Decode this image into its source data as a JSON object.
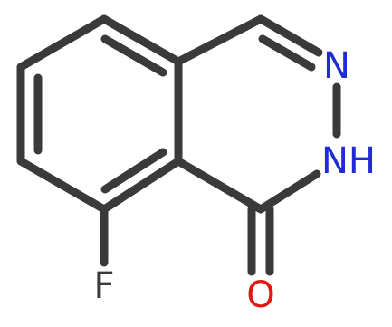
{
  "molecule": {
    "atoms": [
      {
        "id": "n2",
        "symbol": "N"
      },
      {
        "id": "n3",
        "symbol": "NH"
      },
      {
        "id": "f",
        "symbol": "F"
      },
      {
        "id": "o",
        "symbol": "O"
      }
    ]
  },
  "colors": {
    "bond": "#3a3a3a",
    "nitrogen": "#1f2bd6",
    "fluorine": "#3a3a3a",
    "oxygen": "#e3170d"
  }
}
